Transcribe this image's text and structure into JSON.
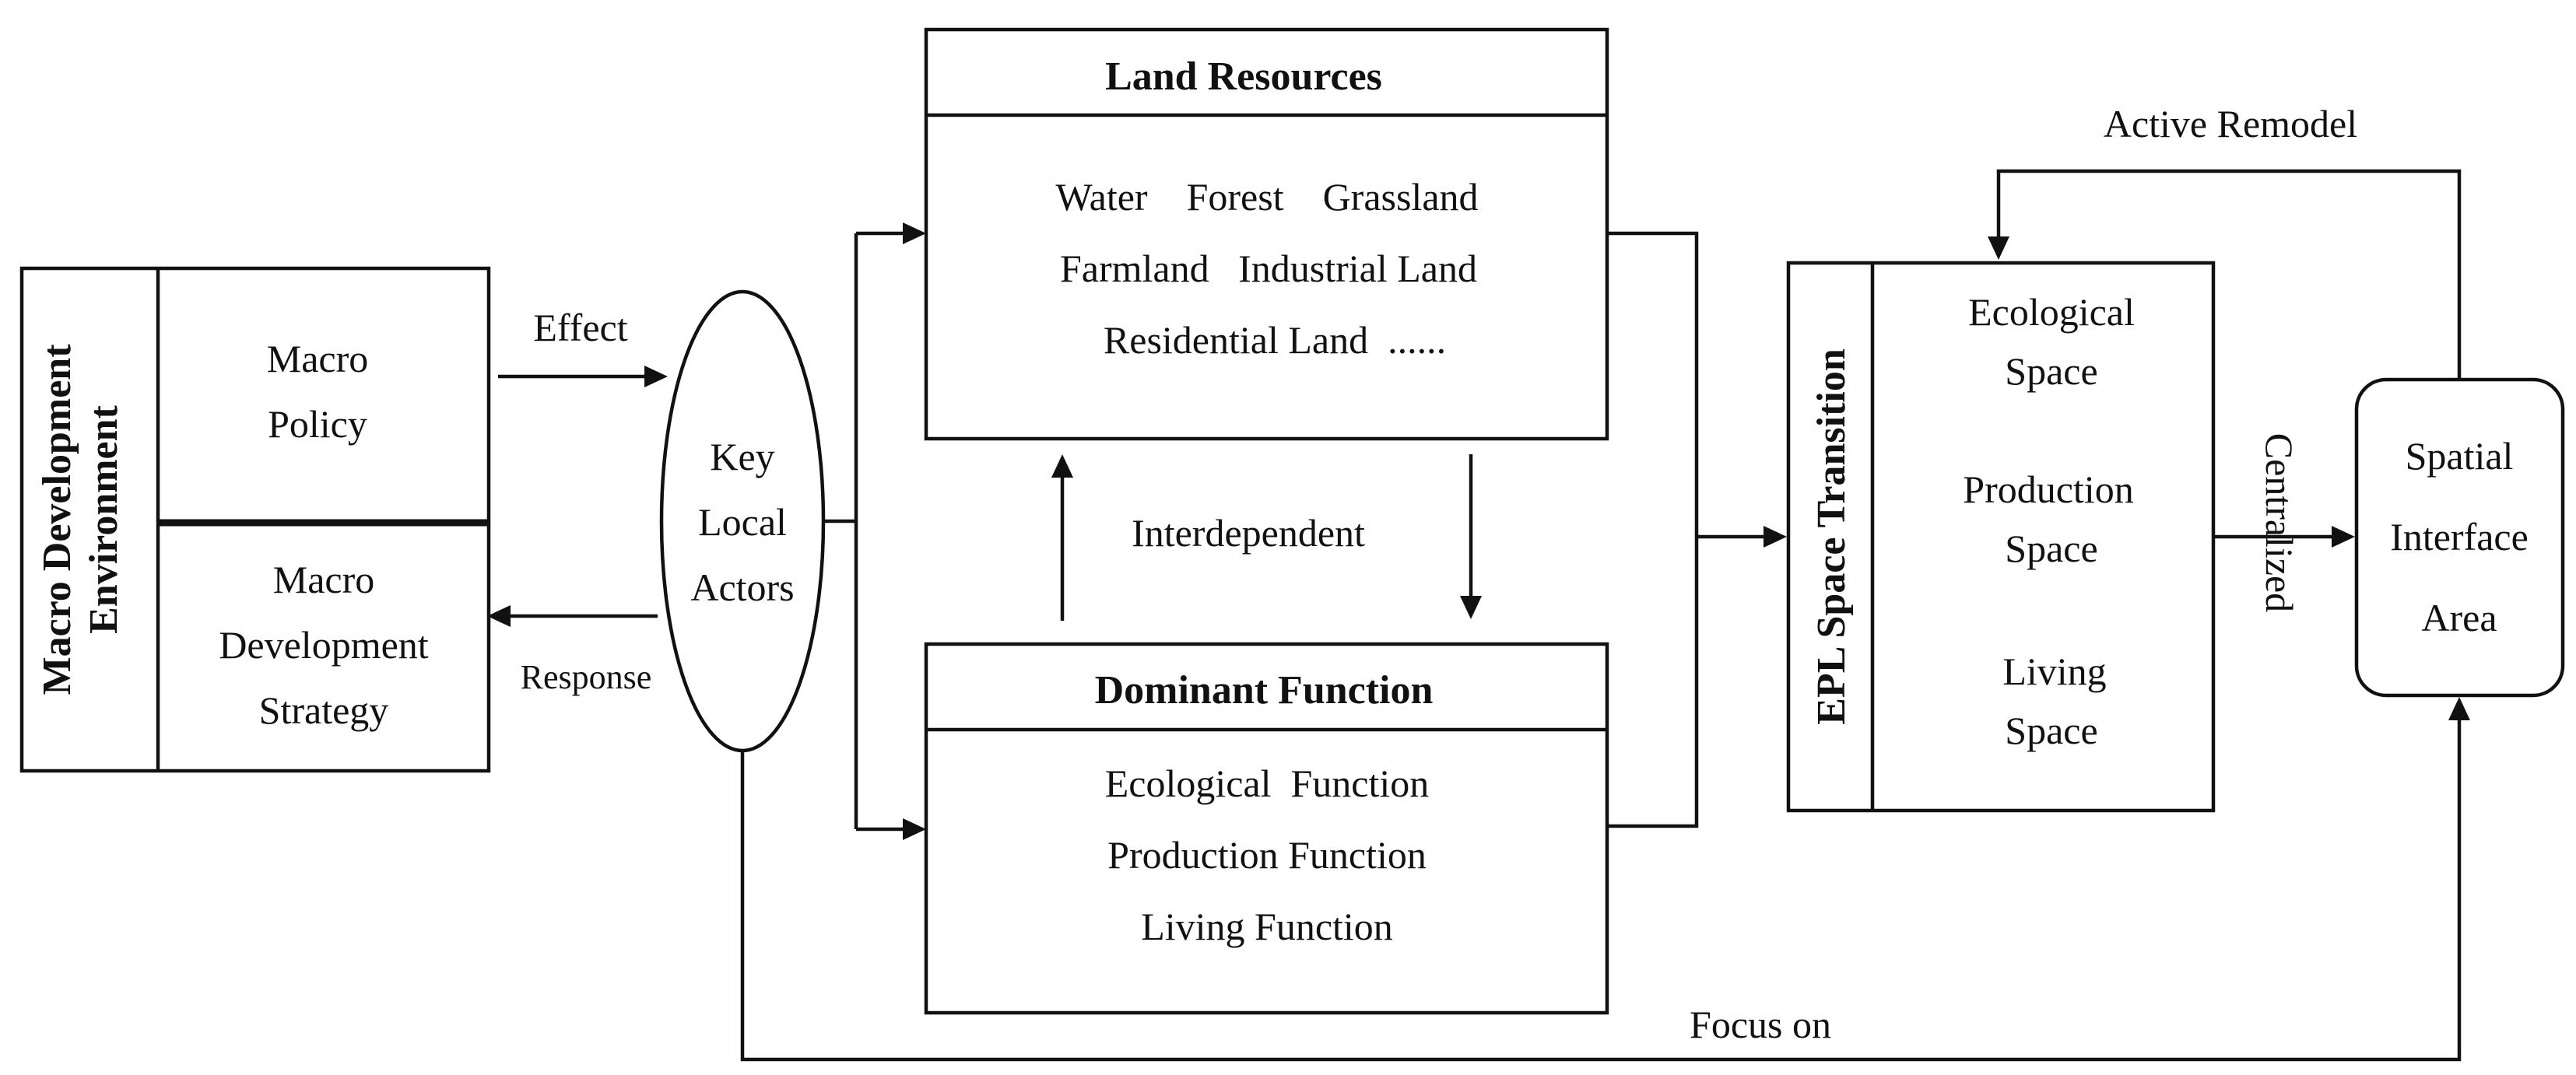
{
  "macro_environment": {
    "title_line1": "Macro Development",
    "title_line2": "Environment",
    "policy": [
      "Macro",
      "Policy"
    ],
    "strategy": [
      "Macro",
      "Development",
      "Strategy"
    ]
  },
  "edges": {
    "effect": "Effect",
    "response": "Response",
    "interdependent": "Interdependent",
    "active_remodel": "Active Remodel",
    "centralized": "Centralized",
    "focus_on": "Focus on"
  },
  "key_actors": [
    "Key",
    "Local",
    "Actors"
  ],
  "land_resources": {
    "title": "Land Resources",
    "lines": [
      "Water    Forest    Grassland",
      "Farmland   Industrial Land",
      "Residential Land  ......"
    ]
  },
  "dominant_function": {
    "title": "Dominant Function",
    "lines": [
      "Ecological  Function",
      "Production Function",
      "Living Function"
    ]
  },
  "epl": {
    "title": "EPL Space Transition",
    "spaces": [
      [
        "Ecological",
        "Space"
      ],
      [
        "Production",
        "Space"
      ],
      [
        "Living",
        "Space"
      ]
    ]
  },
  "spatial_interface": [
    "Spatial",
    "Interface",
    "Area"
  ]
}
